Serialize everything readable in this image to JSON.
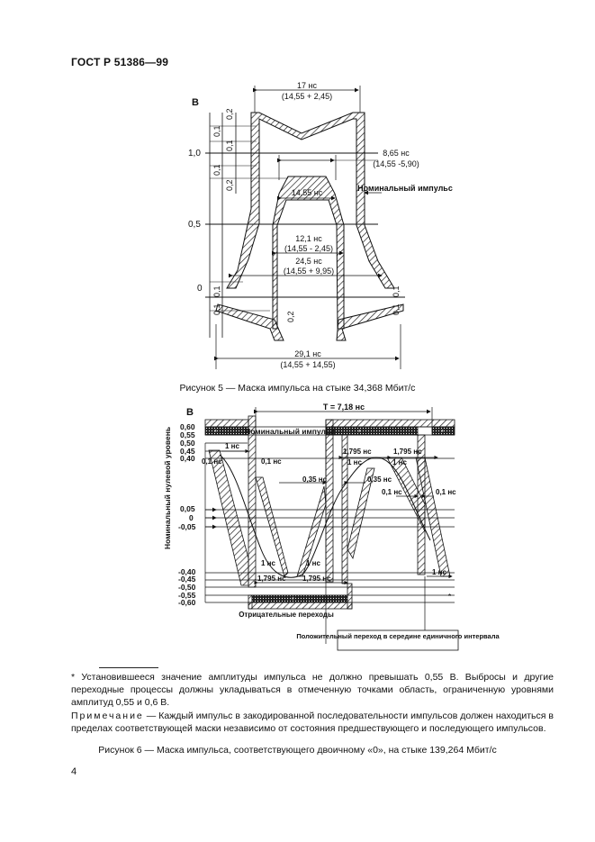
{
  "header": {
    "standard": "ГОСТ Р 51386—99"
  },
  "figure5": {
    "axis_unit": "В",
    "y_labels": [
      "1,0",
      "0,5",
      "0"
    ],
    "tol": [
      "0,2",
      "0,1",
      "0,1",
      "0,1",
      "0,2",
      "0,1",
      "0,1",
      "0,1",
      "0,2",
      "0,1",
      "0,1"
    ],
    "dims": {
      "top": "17 нс",
      "top_sub": "(14,55 + 2,45)",
      "right": "8,65 нс",
      "right_sub": "(14,55 -5,90)",
      "inner": "14,55 нс",
      "mid1": "12,1 нс",
      "mid1_sub": "(14,55 - 2,45)",
      "mid2": "24,5 нс",
      "mid2_sub": "(14,55 + 9,95)",
      "bottom": "29,1 нс",
      "bottom_sub": "(14,55 + 14,55)"
    },
    "nominal_pulse": "Номинальный импульс",
    "caption": "Рисунок 5 — Маска импульса на стыке 34,368 Мбит/с"
  },
  "figure6": {
    "axis_unit": "В",
    "y_labels": [
      "0,60",
      "0,55",
      "0,50",
      "0,45",
      "0,40",
      "0,05",
      "0",
      "-0,05",
      "-0,40",
      "-0,45",
      "-0,50",
      "-0,55",
      "-0,60"
    ],
    "y_axis_title": "Номинальный нулевой уровень",
    "period": "T = 7,18 нс",
    "nominal_pulse": "Номинальный импульс",
    "marks": {
      "ns1": "1 нс",
      "ns01": "0,1 нс",
      "ns035": "0,35 нс",
      "ns1795": "1,795 нс",
      "star": "*"
    },
    "neg_transition": "Отрицательные переходы",
    "pos_transition": "Положительный переход в середине единичного интервала"
  },
  "footnote": "* Установившееся значение амплитуды импульса не должно превышать 0,55 В. Выбросы и другие переходные процессы должны укладываться в отмеченную точками область, ограниченную уровнями амплитуд 0,55 и 0,6 В.",
  "note": {
    "label": "Примечание",
    "text": " — Каждый импульс в закодированной последовательности импульсов должен находиться в пределах соответствующей маски независимо от состояния предшествующего и последующего импульсов."
  },
  "caption6": "Рисунок 6 — Маска импульса, соответствующего двоичному «0», на стыке 139,264 Мбит/с",
  "page_number": "4"
}
